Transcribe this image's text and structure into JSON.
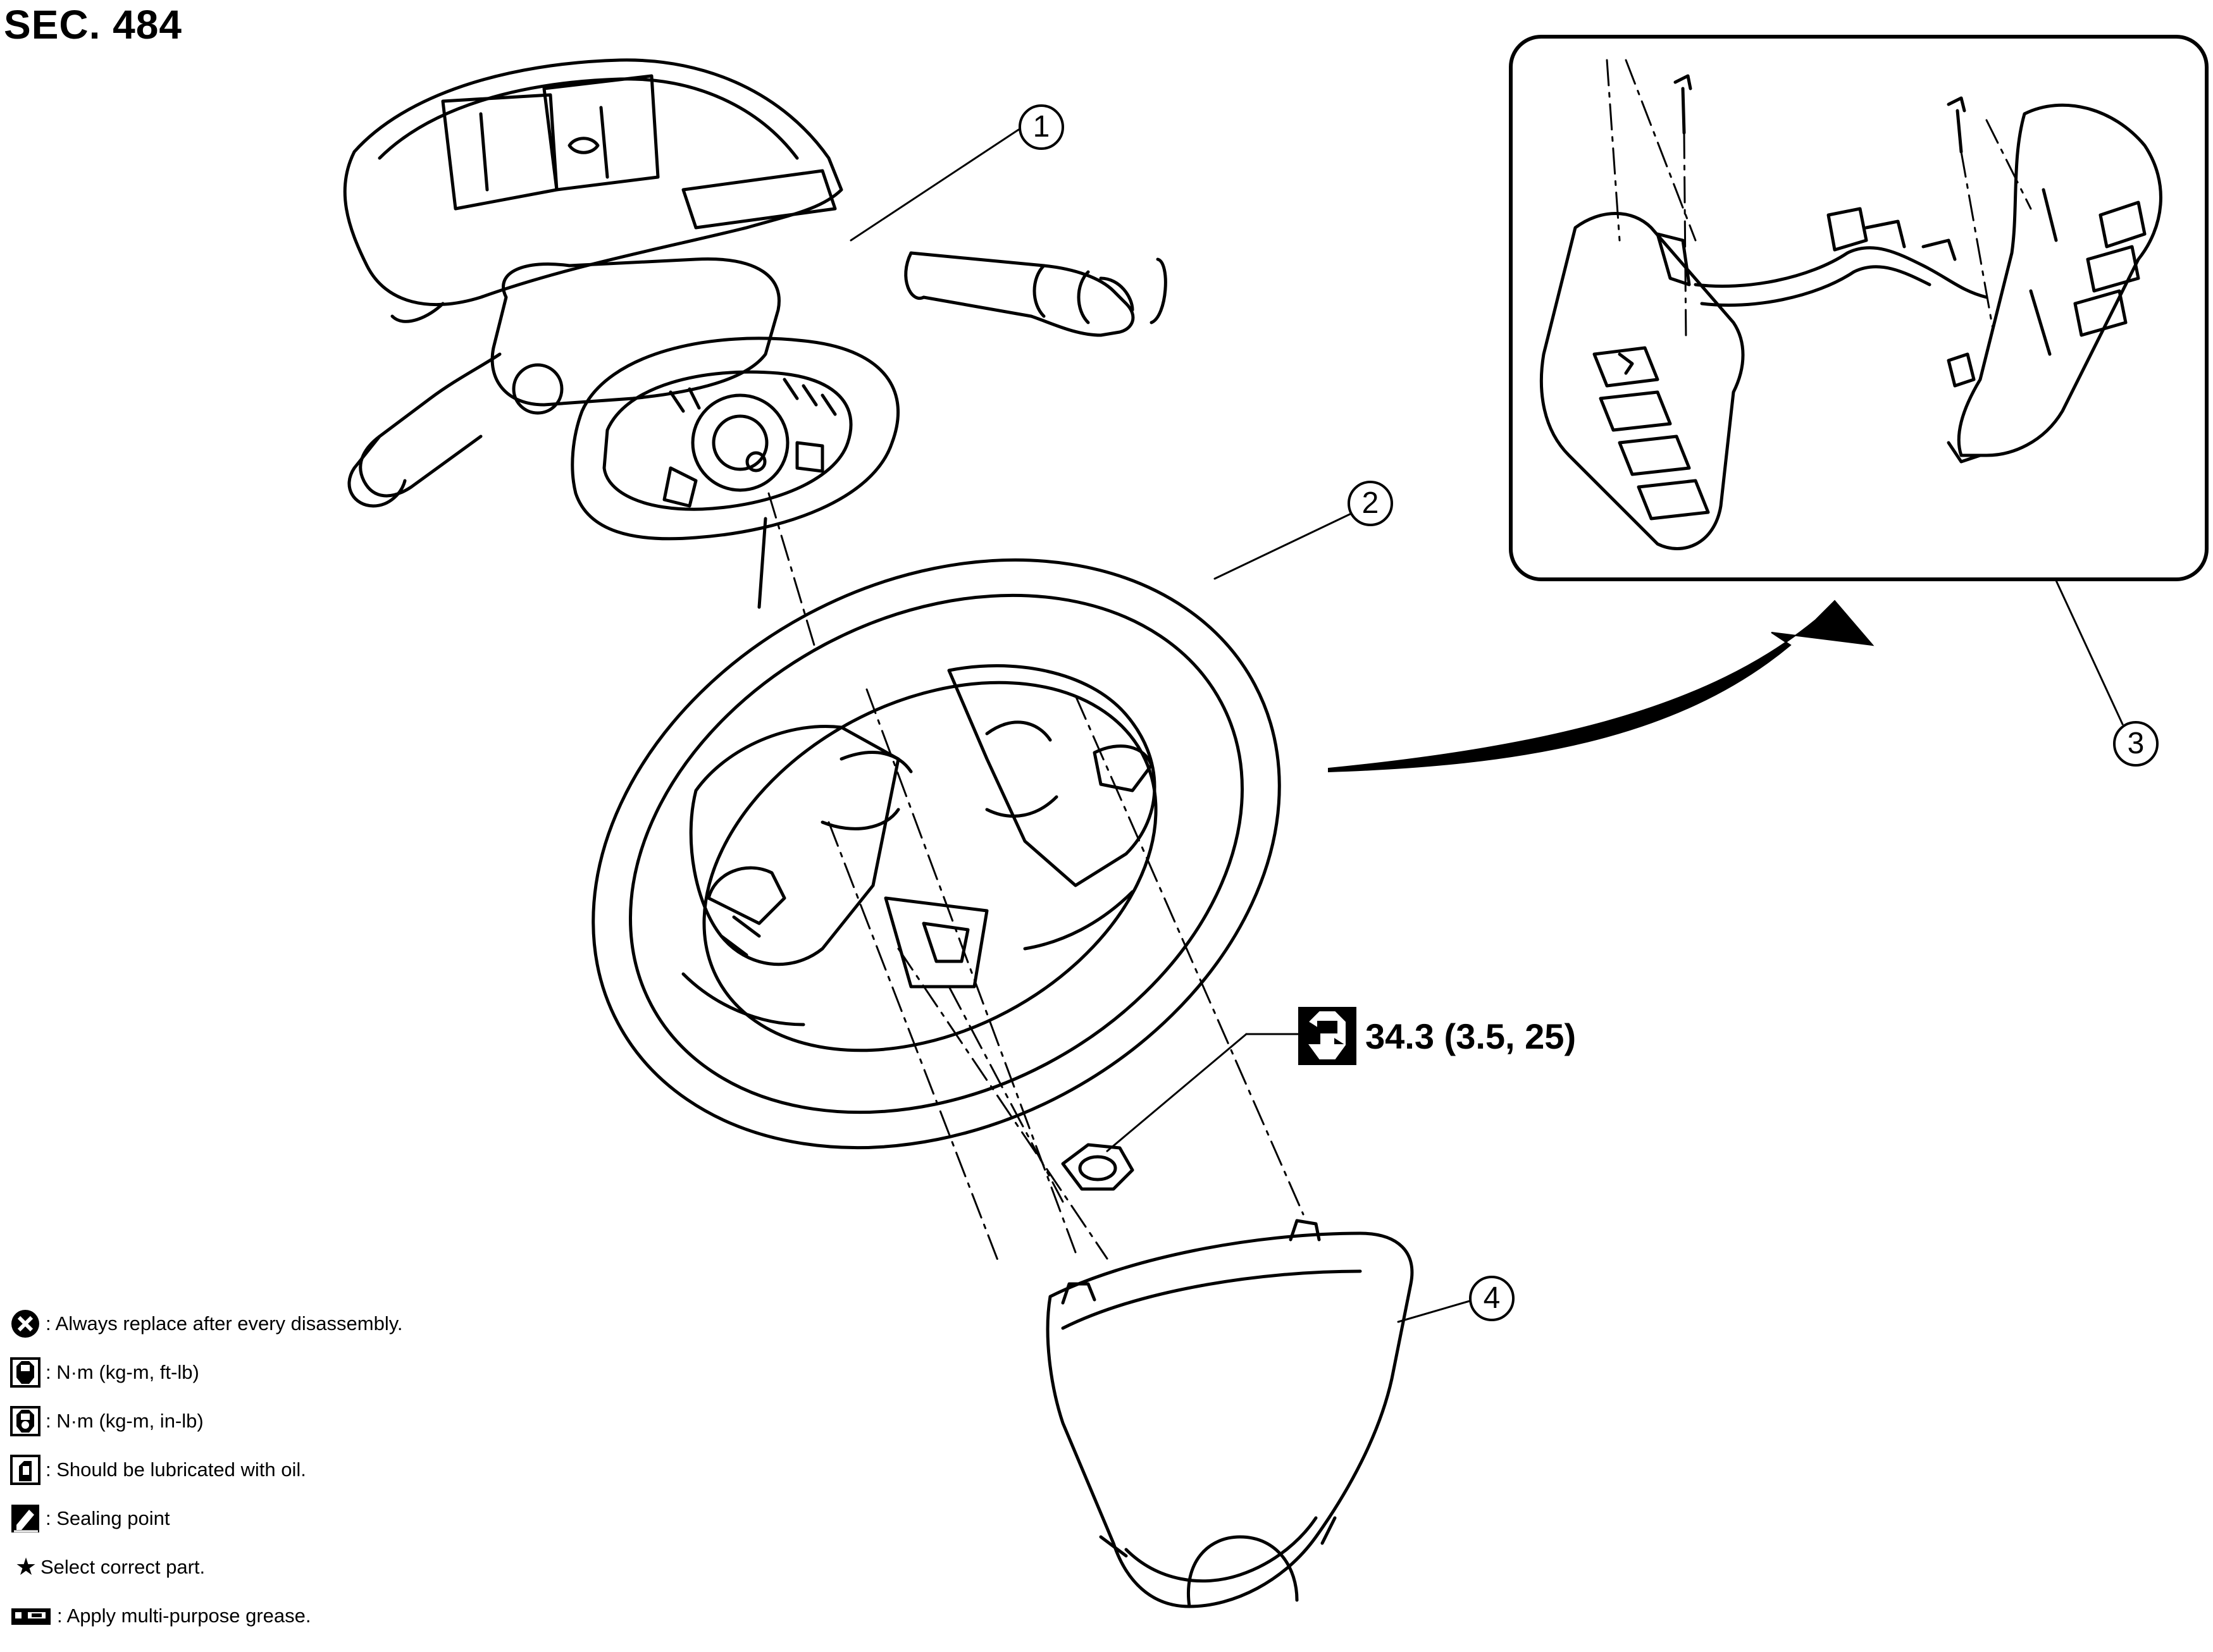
{
  "header": {
    "section": "SEC. 484"
  },
  "callouts": [
    {
      "id": "1",
      "label": "1"
    },
    {
      "id": "2",
      "label": "2"
    },
    {
      "id": "3",
      "label": "3"
    },
    {
      "id": "4",
      "label": "4"
    }
  ],
  "torque": {
    "value": "34.3 (3.5, 25)",
    "icon": "torque-wrench-icon"
  },
  "legend": [
    {
      "icon": "replace-x-icon",
      "text": ": Always replace after every disassembly."
    },
    {
      "icon": "torque-wrench-icon",
      "text": ": N·m (kg-m, ft-lb)"
    },
    {
      "icon": "torque-wrench-filled-icon",
      "text": ": N·m (kg-m, in-lb)"
    },
    {
      "icon": "oil-can-icon",
      "text": ": Should be lubricated with oil."
    },
    {
      "icon": "sealant-icon",
      "text": ": Sealing point"
    },
    {
      "icon": "star-icon",
      "text": "Select correct part."
    },
    {
      "icon": "grease-tube-icon",
      "text": ": Apply multi-purpose grease."
    }
  ]
}
